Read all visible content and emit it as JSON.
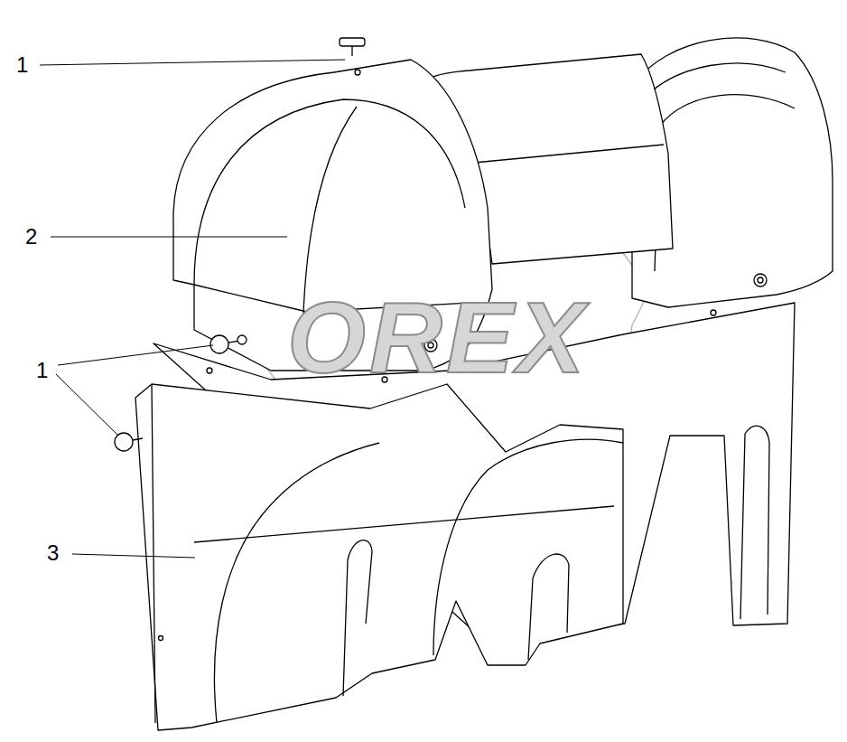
{
  "diagram": {
    "labels": [
      "1",
      "2",
      "1",
      "3",
      "OREX"
    ]
  }
}
